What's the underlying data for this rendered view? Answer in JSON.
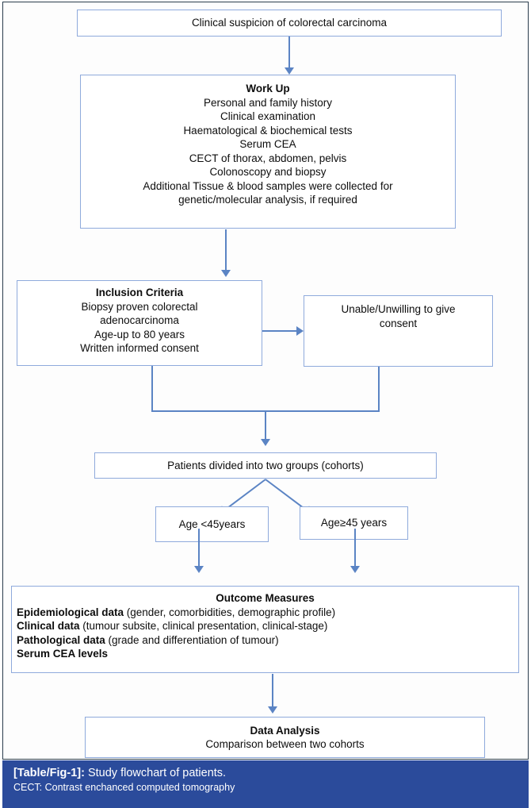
{
  "figure": {
    "accent_border": "#8faadc",
    "connector_color": "#5b84c4",
    "frame_color": "#2a3c4c",
    "caption_bar_color": "#2b4b9b"
  },
  "nodes": {
    "suspicion": {
      "text": "Clinical suspicion of colorectal carcinoma"
    },
    "workup": {
      "title": "Work Up",
      "lines": [
        "Personal and family history",
        "Clinical examination",
        "Haematological & biochemical tests",
        "Serum CEA",
        "CECT of thorax, abdomen, pelvis",
        "Colonoscopy and biopsy",
        "Additional Tissue & blood samples were collected for",
        "genetic/molecular analysis, if required"
      ]
    },
    "inclusion": {
      "title": "Inclusion Criteria",
      "lines": [
        "Biopsy proven colorectal",
        "adenocarcinoma",
        "Age-up to 80 years",
        "Written informed consent"
      ]
    },
    "excluded": {
      "lines": [
        "Unable/Unwilling to give",
        "consent"
      ]
    },
    "cohorts": {
      "text": "Patients divided into two groups (cohorts)"
    },
    "age_young": {
      "text": "Age <45years"
    },
    "age_old": {
      "text": "Age≥45 years"
    },
    "outcome": {
      "title": "Outcome Measures",
      "rows": [
        {
          "bold": "Epidemiological data",
          "rest": " (gender, comorbidities, demographic profile)"
        },
        {
          "bold": "Clinical data",
          "rest": " (tumour subsite, clinical presentation, clinical-stage)"
        },
        {
          "bold": "Pathological data",
          "rest": " (grade and differentiation of tumour)"
        },
        {
          "bold": "Serum CEA levels",
          "rest": ""
        }
      ]
    },
    "analysis": {
      "title": "Data Analysis",
      "line": "Comparison between two cohorts"
    }
  },
  "caption": {
    "tag": "[Table/Fig-1]:",
    "title": " Study flowchart of patients.",
    "abbrev": "CECT: Contrast enchanced computed tomography"
  }
}
